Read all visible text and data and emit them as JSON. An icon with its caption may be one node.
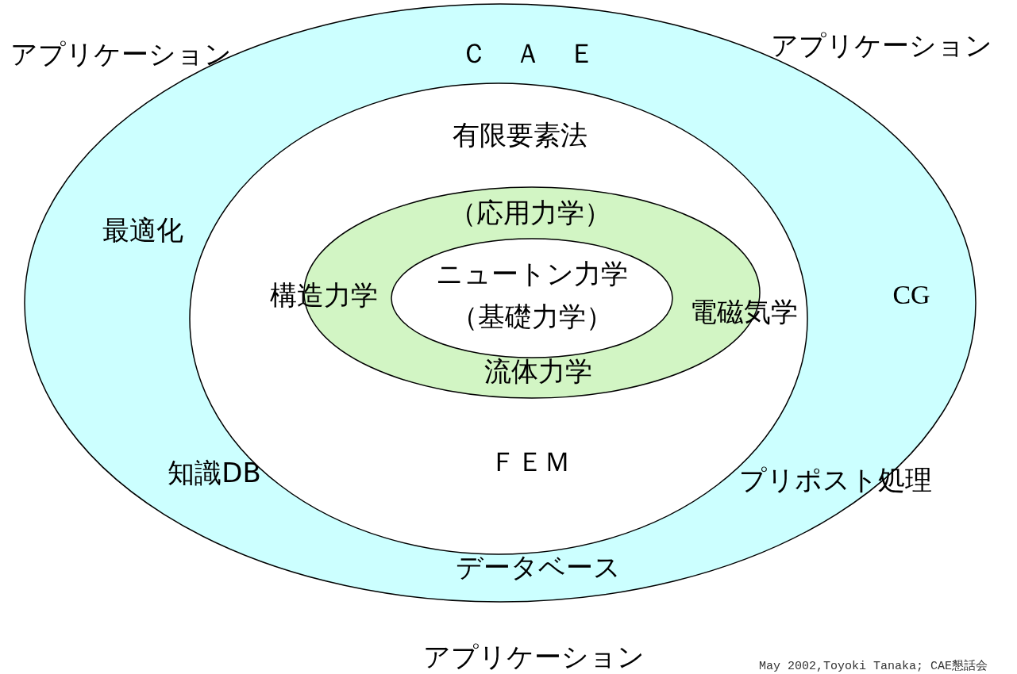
{
  "diagram": {
    "nodes": [
      {
        "text": [
          "Ｃ　Ａ　Ｅ",
          "最適化",
          "CG",
          "知識DB",
          "プリポスト処理",
          "データベース"
        ]
      },
      {
        "text": [
          "有限要素法",
          "ＦＥＭ"
        ],
        "in": 0
      },
      {
        "text": [
          "（応用力学）",
          "構造力学",
          "電磁気学",
          "流体力学"
        ],
        "in": 1
      },
      {
        "text": [
          "ニュートン力学（基礎力学）"
        ],
        "in": 2
      }
    ],
    "labels": [
      "アプリケーション",
      "アプリケーション",
      "アプリケーション",
      "May 2002,Toyoki Tanaka; CAE懇話会"
    ]
  }
}
